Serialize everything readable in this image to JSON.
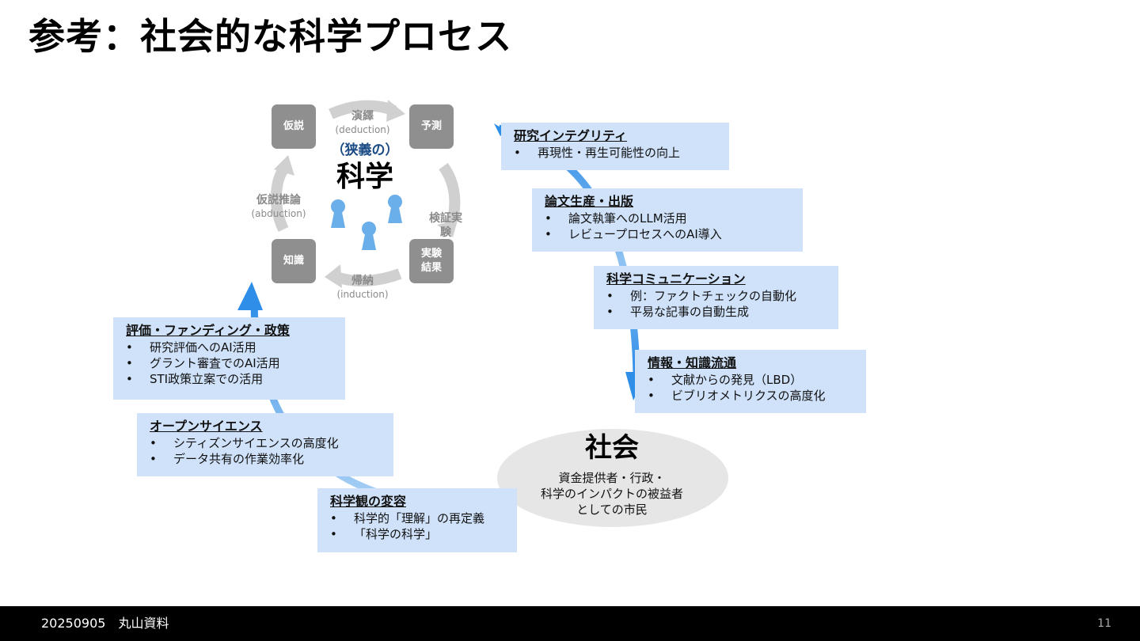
{
  "slide": {
    "title": "参考：社会的な科学プロセス",
    "footer": {
      "text": "20250905　丸山資料",
      "page": "11"
    }
  },
  "cycle": {
    "center_small": "（狭義の）",
    "center_big": "科学",
    "nodes": {
      "hypothesis": "仮説",
      "prediction": "予測",
      "experiment": "実験\n結果",
      "knowledge": "知識"
    },
    "labels": {
      "deduction": {
        "main": "演繹",
        "sub": "(deduction)"
      },
      "verification": {
        "main": "検証実\n験",
        "sub": ""
      },
      "induction": {
        "main": "帰納",
        "sub": "(induction)"
      },
      "abduction": {
        "main": "仮説推論",
        "sub": "(abduction)"
      }
    }
  },
  "panels": [
    {
      "key": "integrity",
      "heading": "研究インテグリティ",
      "items": [
        "再現性・再生可能性の向上"
      ]
    },
    {
      "key": "publishing",
      "heading": "論文生産・出版",
      "items": [
        "論文執筆へのLLM活用",
        "レビュープロセスへのAI導入"
      ]
    },
    {
      "key": "communication",
      "heading": "科学コミュニケーション",
      "items": [
        "例：ファクトチェックの自動化",
        "平易な記事の自動生成"
      ]
    },
    {
      "key": "information",
      "heading": "情報・知識流通",
      "items": [
        "文献からの発見（LBD）",
        "ビブリオメトリクスの高度化"
      ]
    },
    {
      "key": "evaluation",
      "heading": "評価・ファンディング・政策",
      "items": [
        "研究評価へのAI活用",
        "グラント審査でのAI活用",
        "STI政策立案での活用"
      ]
    },
    {
      "key": "openscience",
      "heading": "オープンサイエンス",
      "items": [
        "シティズンサイエンスの高度化",
        "データ共有の作業効率化"
      ]
    },
    {
      "key": "worldview",
      "heading": "科学観の変容",
      "items": [
        "科学的「理解」の再定義",
        "「科学の科学」"
      ]
    }
  ],
  "society": {
    "title": "社会",
    "lines": [
      "資金提供者・行政・",
      "科学のインパクトの被益者",
      "としての市民"
    ]
  },
  "bullet": "•",
  "colors": {
    "panel": "#cfe2fa",
    "arrow": "#2f8ee8",
    "gray_node": "#8f8f8f",
    "ellipse": "#e6e6e6",
    "footer": "#000000"
  }
}
